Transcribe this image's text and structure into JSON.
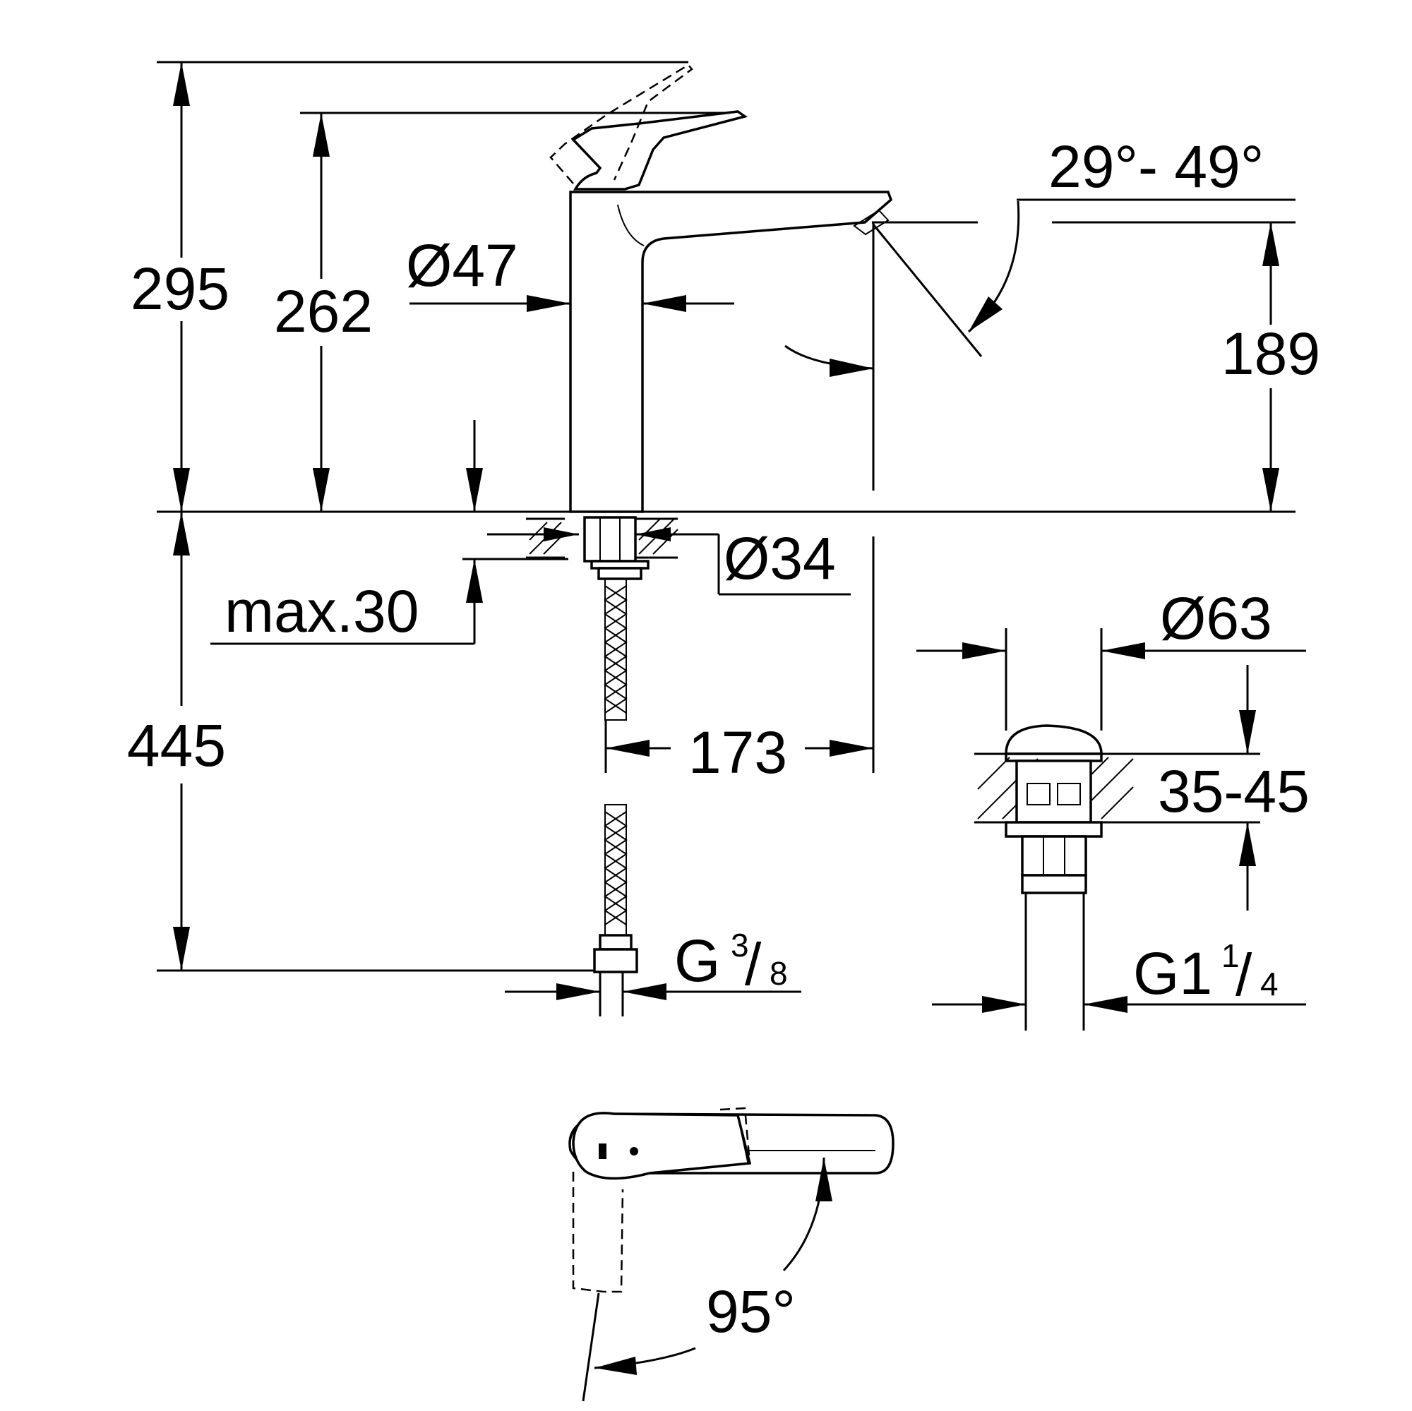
{
  "dimensions": {
    "total_height": "295",
    "lever_height": "262",
    "body_diameter": "Ø47",
    "spout_height": "189",
    "spout_angle": "29°- 49°",
    "hole_diameter": "Ø34",
    "max_thickness": "max.30",
    "hose_length": "445",
    "spout_reach": "173",
    "waste_diameter": "Ø63",
    "basin_thickness": "35-45",
    "lever_rotation": "95°"
  },
  "connections": {
    "supply_prefix": "G",
    "supply_num": "3",
    "supply_den": "8",
    "waste_prefix": "G1",
    "waste_num": "1",
    "waste_den": "4"
  },
  "colors": {
    "line": "#000000",
    "background": "#ffffff"
  }
}
